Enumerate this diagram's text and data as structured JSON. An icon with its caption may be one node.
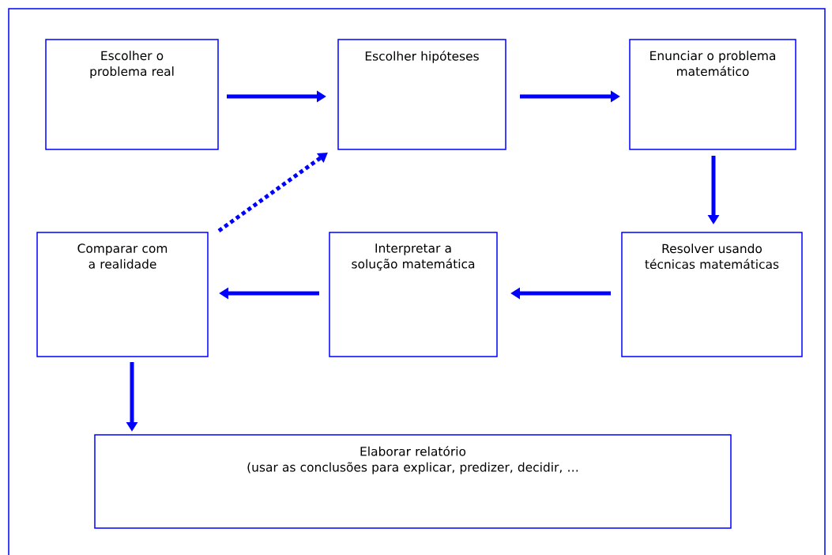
{
  "diagram": {
    "nodes": [
      {
        "text": [
          "Escolher o problema real"
        ]
      },
      {
        "text": [
          "Escolher hipóteses"
        ]
      },
      {
        "text": [
          "Enunciar o problema matemático"
        ]
      },
      {
        "text": [
          "Comparar com a realidade"
        ]
      },
      {
        "text": [
          "Interpretar a solução matemática"
        ]
      },
      {
        "text": [
          "Resolver usando técnicas matemáticas"
        ]
      },
      {
        "text": [
          "Elaborar relatório",
          "(usar as conclusões para explicar, predizer, decidir, …"
        ]
      }
    ],
    "edges": [
      {
        "from": 0,
        "to": 1,
        "arrow": "to"
      },
      {
        "from": 1,
        "to": 2,
        "arrow": "to"
      },
      {
        "from": 2,
        "to": 5,
        "arrow": "to"
      },
      {
        "from": 5,
        "to": 4,
        "arrow": "to"
      },
      {
        "from": 4,
        "to": 3,
        "arrow": "to"
      },
      {
        "from": 3,
        "to": 1,
        "arrow": "to",
        "style": "dashed"
      },
      {
        "from": 3,
        "to": 6,
        "arrow": "to"
      }
    ]
  }
}
